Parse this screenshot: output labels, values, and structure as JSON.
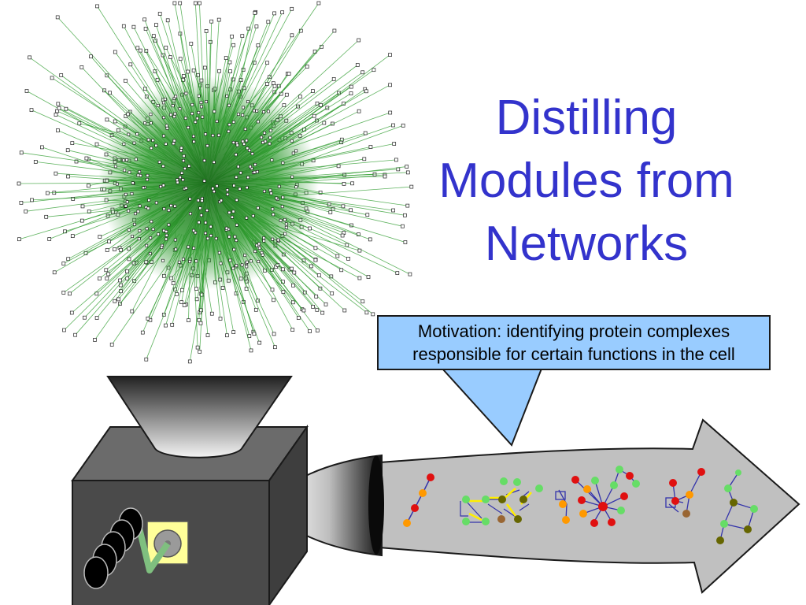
{
  "slide": {
    "title_lines": [
      "Distilling",
      "Modules from",
      "Networks"
    ],
    "callout_lines": [
      "Motivation: identifying protein complexes",
      "responsible for certain functions in the cell"
    ]
  },
  "colors": {
    "title": "#3333cc",
    "callout_fill": "#99ccff",
    "machine_body": "#4a4a4a",
    "machine_top": "#6b6b6b",
    "arrow_fill": "#c0c0c0",
    "network_edge": "#2a9a2a",
    "node_red": "#e01010",
    "node_orange": "#ff9900",
    "node_green": "#66dd66",
    "node_olive": "#666600",
    "node_brown": "#996633",
    "edge_blue": "#3333aa",
    "edge_yellow": "#ffee00"
  },
  "icons": {
    "network": "protein-interaction-network",
    "crank": "crank-handle-icon",
    "module_clusters": "module-graph-icon"
  }
}
